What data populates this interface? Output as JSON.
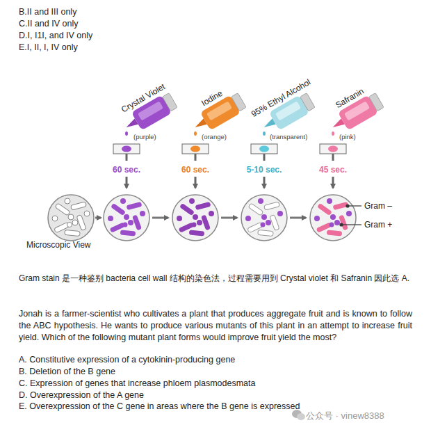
{
  "diagram": {
    "labels": [
      "B.II and III only",
      "C.II and IV only",
      "D.I, I1I, and IV only",
      "E.I, II, I, IV only",
      "Crystal Violet",
      "Iodine",
      "95% Ethyl Alcohol",
      "Safranin",
      "(purple)",
      "(orange)",
      "(transparent)",
      "(pink)",
      "60 sec.",
      "60 sec.",
      "5-10 sec.",
      "45 sec.",
      "Microscopic View",
      "Gram –",
      "Gram +",
      "Gram stain 是一种鉴别 bacteria cell wall 结构的染色法，过程需要用到 Crystal violet 和 Safranin 因此选 A.",
      "Jonah is a farmer-scientist who cultivates a plant that produces aggregate fruit and is known to follow the ABC hypothesis. He wants to produce various mutants of this plant in an attempt to increase fruit yield. Which of the following mutant plant forms would improve fruit yield the most?",
      "A. Constitutive expression of a cytokinin-producing gene",
      "B. Deletion of the B gene",
      "C. Expression of genes that increase phloem plasmodesmata",
      "D. Overexpression of the A gene",
      "E. Overexpression of the C gene in areas where the B gene is expressed",
      "公众号 · vinew8388"
    ]
  }
}
